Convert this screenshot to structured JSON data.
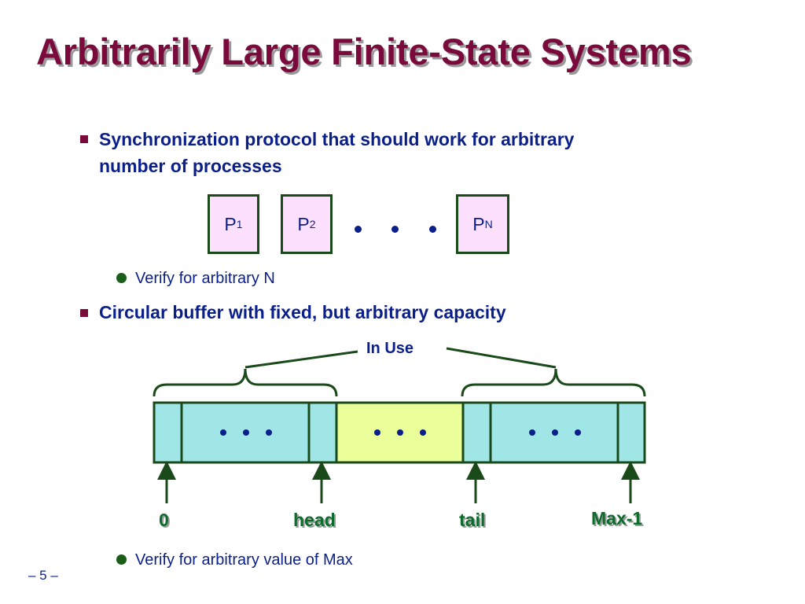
{
  "title": "Arbitrarily Large Finite-State Systems",
  "bullets": [
    {
      "text_line1": "Synchronization protocol that should work for arbitrary",
      "text_line2": "number of processes",
      "sub": "Verify for arbitrary N"
    },
    {
      "text_line1": "Circular buffer with fixed, but arbitrary capacity",
      "sub": "Verify for arbitrary value of Max"
    }
  ],
  "processes": [
    {
      "label": "P",
      "sub": "1"
    },
    {
      "label": "P",
      "sub": "2"
    },
    {
      "label": "P",
      "sub": "N"
    }
  ],
  "buffer": {
    "in_use_label": "In Use",
    "pointers": [
      "0",
      "head",
      "tail",
      "Max-1"
    ]
  },
  "colors": {
    "title": "#7a0a3c",
    "text": "#0b1f8a",
    "cell_in_use": "#a0e6e6",
    "cell_free": "#eaff9a",
    "process_box": "#fde0fd",
    "pointer_label": "#0d6b2d"
  },
  "footer": "– 5 –"
}
